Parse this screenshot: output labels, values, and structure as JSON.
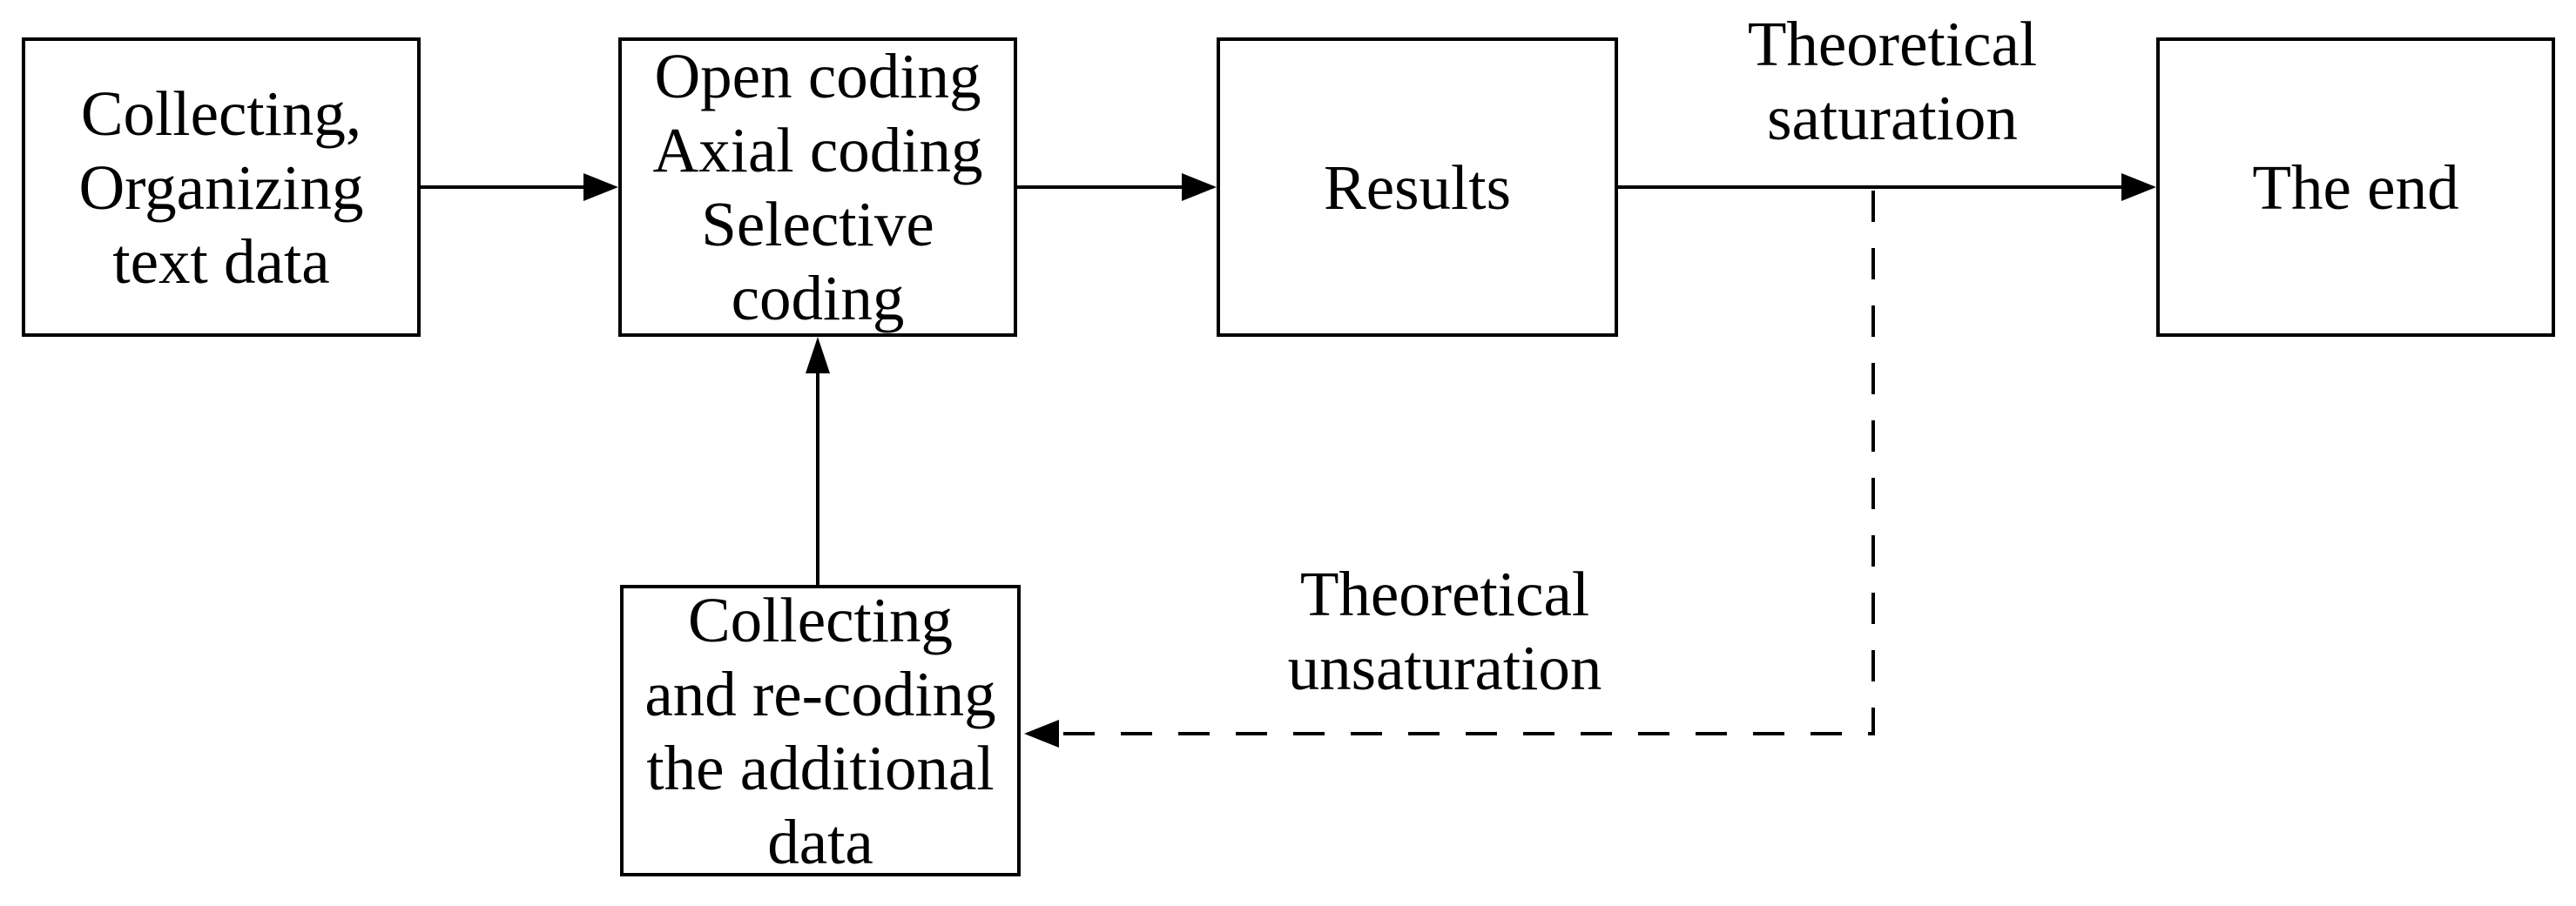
{
  "nodes": {
    "collect": {
      "lines": [
        "Collecting,",
        "Organizing",
        "text data"
      ]
    },
    "coding": {
      "lines": [
        "Open coding",
        "Axial coding",
        "Selective",
        "coding"
      ]
    },
    "results": {
      "lines": [
        "Results"
      ]
    },
    "end": {
      "lines": [
        "The end"
      ]
    },
    "recollect": {
      "lines": [
        "Collecting",
        "and re-coding",
        "the additional",
        "data"
      ]
    }
  },
  "edge_labels": {
    "saturation": {
      "lines": [
        "Theoretical",
        "saturation"
      ]
    },
    "unsaturation": {
      "lines": [
        "Theoretical",
        "unsaturation"
      ]
    }
  },
  "colors": {
    "stroke": "#000000",
    "text": "#000000",
    "background": "#ffffff"
  }
}
